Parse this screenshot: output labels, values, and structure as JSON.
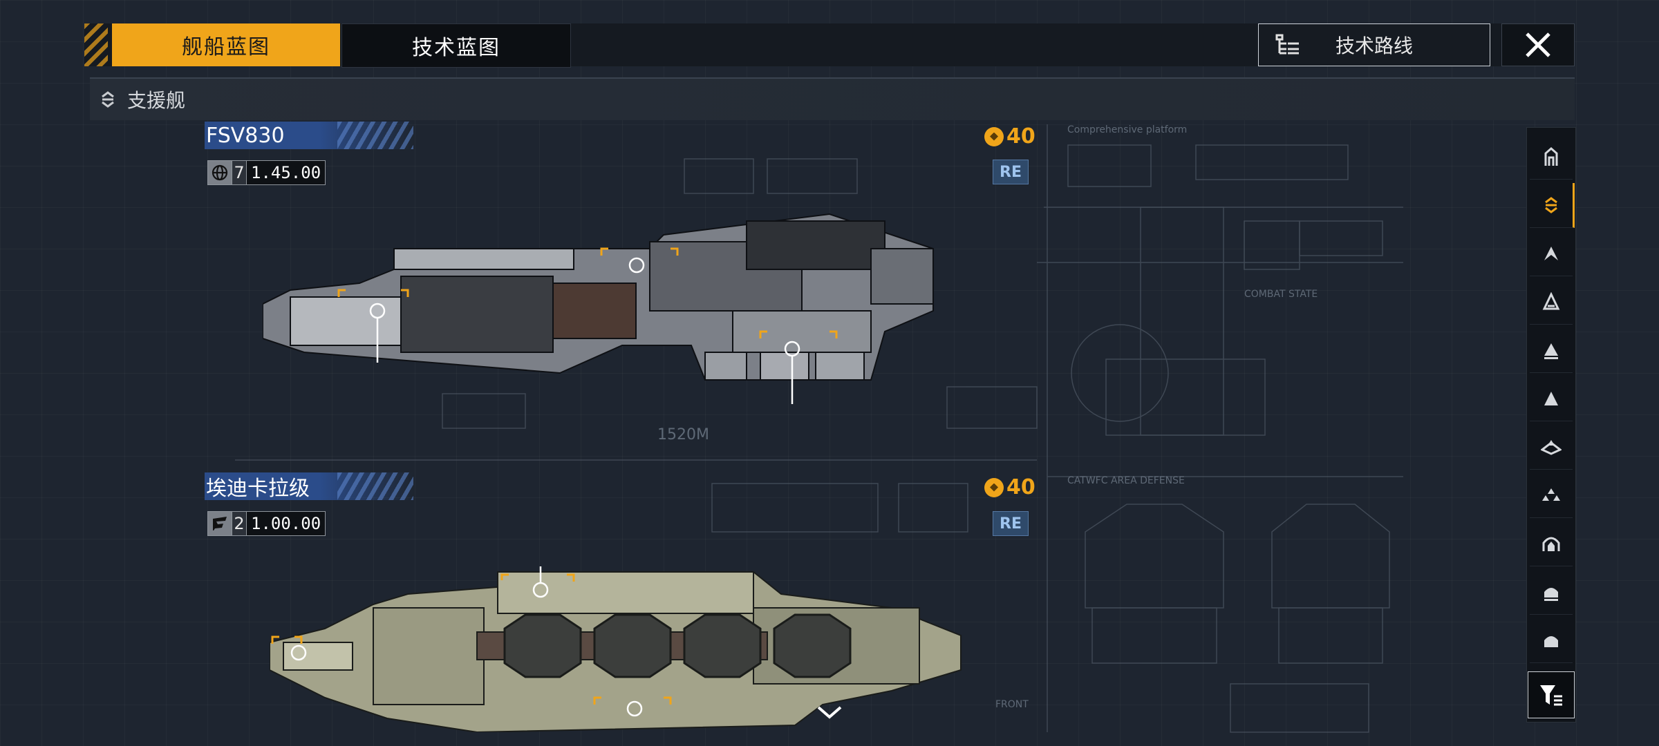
{
  "tabs": {
    "ship_blueprint": "舰船蓝图",
    "tech_blueprint": "技术蓝图"
  },
  "tech_route": {
    "label": "技术路线",
    "icon": "tree-list-icon"
  },
  "close": {
    "icon": "close-icon"
  },
  "category": {
    "label": "支援舰",
    "icon": "support-ship-icon"
  },
  "ships": [
    {
      "name": "FSV830",
      "stat_icon": "globe-icon",
      "stat_level": "7",
      "stat_value": "1.45.00",
      "cost": "40",
      "type": "RE"
    },
    {
      "name": "埃迪卡拉级",
      "stat_icon": "faction-icon",
      "stat_level": "2",
      "stat_value": "1.00.00",
      "cost": "40",
      "type": "RE"
    }
  ],
  "blueprint_labels": {
    "platform": "Comprehensive platform",
    "length": "1520M",
    "combat": "COMBAT STATE",
    "aa": "CATWFC AREA DEFENSE",
    "front": "FRONT"
  },
  "sidebar": {
    "items": [
      "frigate-icon",
      "support-ship-icon",
      "destroyer-icon",
      "cruiser-icon",
      "battlecruiser-icon",
      "light-carrier-icon",
      "carrier-icon",
      "fleet-icon",
      "battleship-icon",
      "auxiliary-icon",
      "dreadnought-icon"
    ],
    "active_index": 1,
    "filter_icon": "filter-icon"
  },
  "colors": {
    "accent": "#f0a51a",
    "ship_name_band": "#2b4c8a",
    "badge_bg": "#2f4a6a",
    "background": "#1e2530"
  }
}
